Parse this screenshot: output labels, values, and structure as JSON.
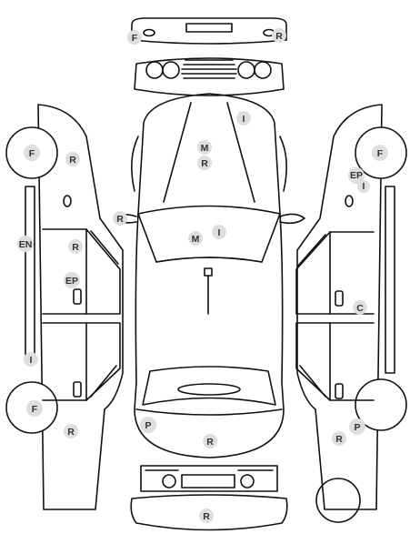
{
  "colors": {
    "line": "#111111",
    "badge": "#dedede",
    "badge_text": "#333333"
  },
  "markers": {
    "roof_front": "F",
    "roof_rear": "R",
    "hood_i": "I",
    "hood_m": "M",
    "hood_r": "R",
    "windshield_r": "R",
    "windshield_m": "M",
    "windshield_i": "I",
    "trunk_p": "P",
    "trunk_r": "R",
    "bumper_r": "R",
    "left_front_wheel": "F",
    "left_front_fender": "R",
    "left_sill": "EN",
    "left_front_door": "R",
    "left_front_door_ep": "EP",
    "left_rear_i": "I",
    "left_rear_wheel": "F",
    "left_rear_fender": "R",
    "right_front_wheel": "F",
    "right_front_ep": "EP",
    "right_front_i": "I",
    "right_front_door": "C",
    "right_rear_fender": "R",
    "right_rear_p": "P"
  }
}
